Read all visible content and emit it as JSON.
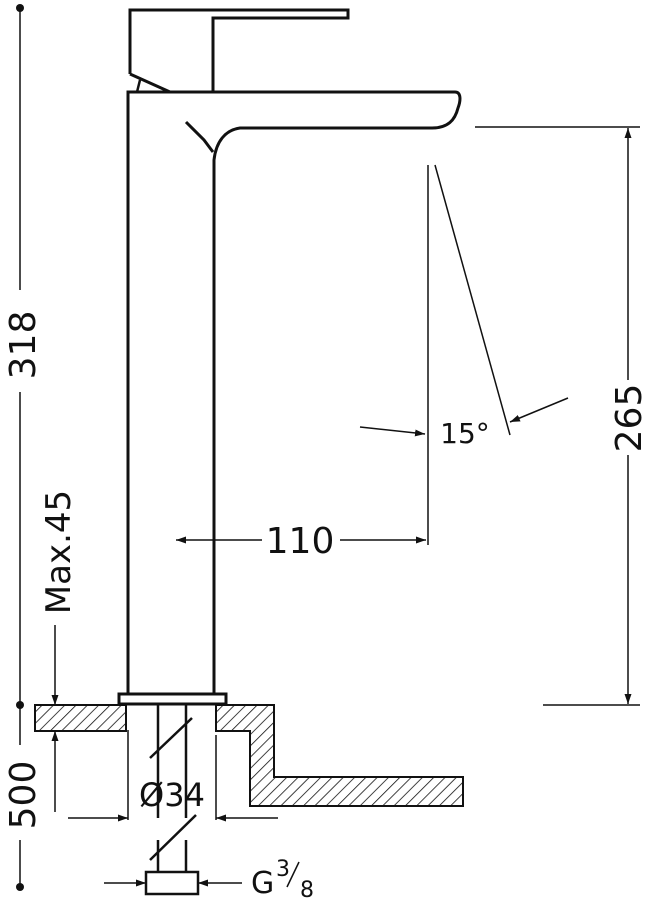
{
  "dimensions": {
    "total_height": "318",
    "spout_height": "265",
    "spout_reach": "110",
    "spout_angle": "15°",
    "max_deck_thickness": "Max.45",
    "hose_length": "500",
    "base_diameter": "Ø34",
    "connection_prefix": "G",
    "connection_num": "3",
    "connection_den": "8"
  },
  "colors": {
    "line": "#111111",
    "background": "#ffffff"
  }
}
